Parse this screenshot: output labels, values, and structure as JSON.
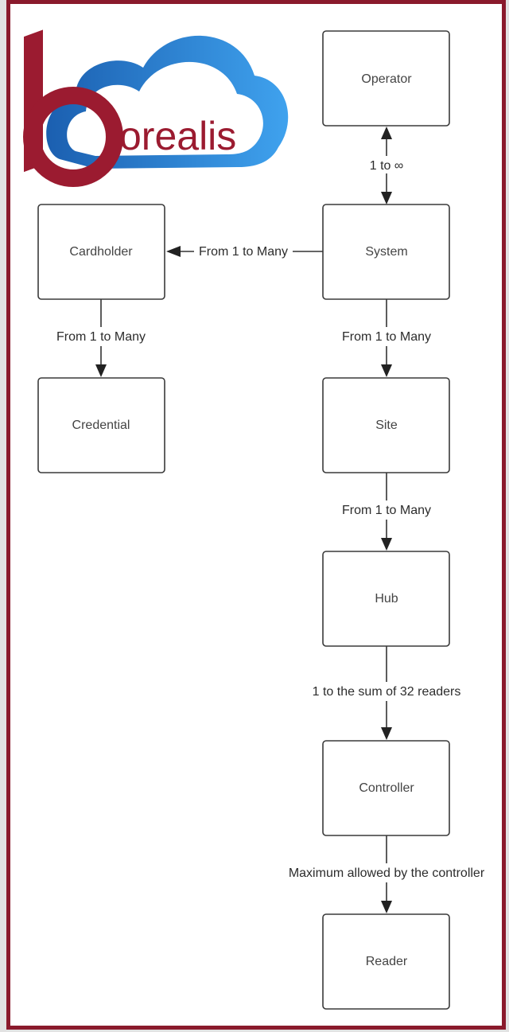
{
  "logo": {
    "wordmark": "orealis",
    "colors": {
      "primary": "#9b1b30",
      "cloud": "#1f6fc3",
      "cloud_light": "#3fa2ee"
    }
  },
  "nodes": {
    "operator": "Operator",
    "system": "System",
    "cardholder": "Cardholder",
    "credential": "Credential",
    "site": "Site",
    "hub": "Hub",
    "controller": "Controller",
    "reader": "Reader"
  },
  "edges": {
    "operator_system": "1 to ∞",
    "system_cardholder": "From 1 to Many",
    "cardholder_credential": "From 1 to Many",
    "system_site": "From 1 to Many",
    "site_hub": "From 1 to Many",
    "hub_controller": "1 to the sum of 32 readers",
    "controller_reader": "Maximum allowed by the controller"
  },
  "colors": {
    "frame": "#8a1a2c",
    "outside": "#e2e2e2",
    "box_stroke": "#3a3a3a"
  }
}
